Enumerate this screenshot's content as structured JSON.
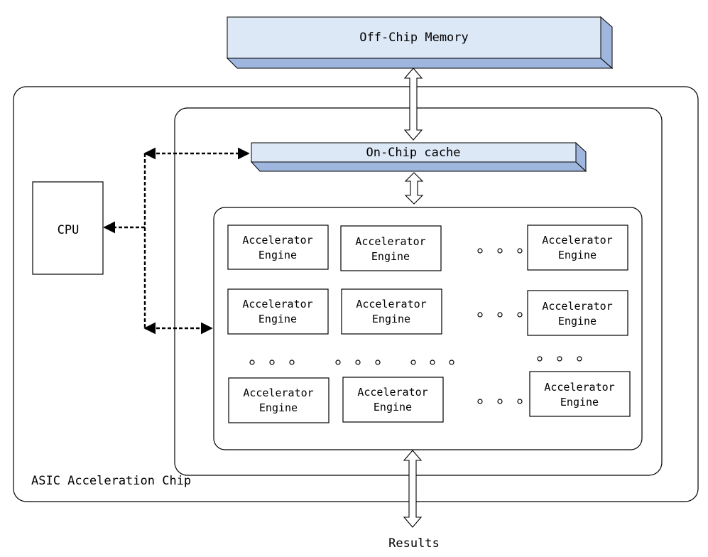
{
  "memory": {
    "label": "Off-Chip Memory"
  },
  "cache": {
    "label": "On-Chip cache"
  },
  "cpu": {
    "label": "CPU"
  },
  "chip": {
    "label": "ASIC Acceleration Chip"
  },
  "output": {
    "label": "Results"
  },
  "engines": [
    {
      "line1": "Accelerator",
      "line2": "Engine"
    },
    {
      "line1": "Accelerator",
      "line2": "Engine"
    },
    {
      "line1": "Accelerator",
      "line2": "Engine"
    },
    {
      "line1": "Accelerator",
      "line2": "Engine"
    },
    {
      "line1": "Accelerator",
      "line2": "Engine"
    },
    {
      "line1": "Accelerator",
      "line2": "Engine"
    },
    {
      "line1": "Accelerator",
      "line2": "Engine"
    },
    {
      "line1": "Accelerator",
      "line2": "Engine"
    },
    {
      "line1": "Accelerator",
      "line2": "Engine"
    }
  ]
}
